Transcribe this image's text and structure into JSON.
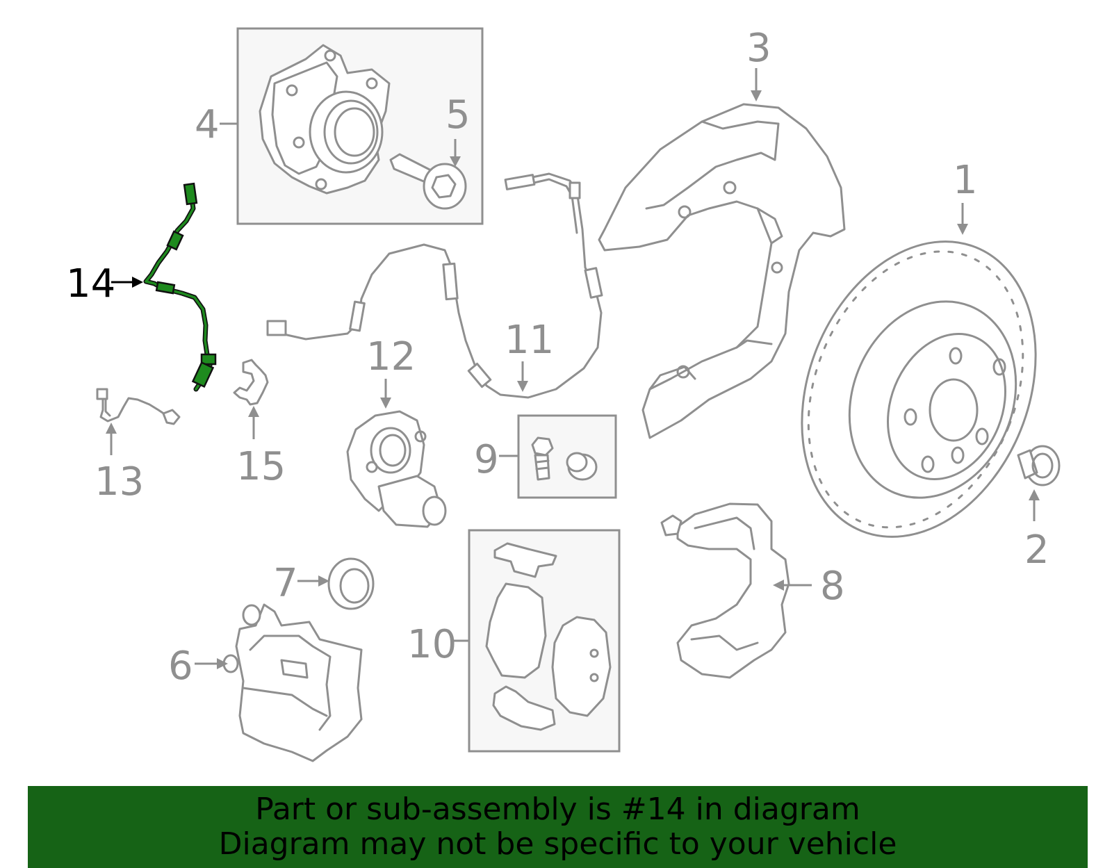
{
  "diagram": {
    "callouts": {
      "c1": "1",
      "c2": "2",
      "c3": "3",
      "c4": "4",
      "c5": "5",
      "c6": "6",
      "c7": "7",
      "c8": "8",
      "c9": "9",
      "c10": "10",
      "c11": "11",
      "c12": "12",
      "c13": "13",
      "c14": "14",
      "c15": "15"
    },
    "highlighted_part": "14",
    "colors": {
      "line_art": "#8f8f8f",
      "highlight": "#1e8a1e",
      "banner": "#166316"
    }
  },
  "banner": {
    "line1": "Part or sub-assembly is #14 in diagram",
    "line2": "Diagram may not be specific to your vehicle"
  }
}
